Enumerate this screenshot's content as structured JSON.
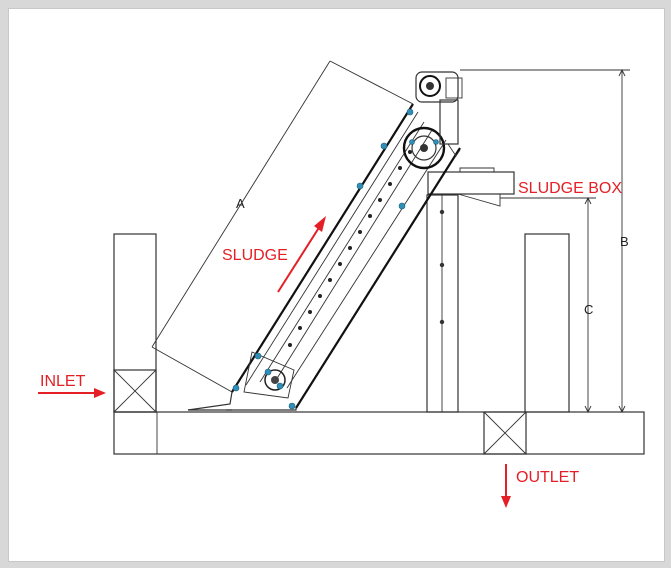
{
  "labels": {
    "inlet": "INLET",
    "outlet": "OUTLET",
    "sludge": "SLUDGE",
    "sludge_box": "SLUDGE BOX"
  },
  "dimensions": {
    "a": "A",
    "b": "B",
    "c": "C"
  },
  "colors": {
    "label_red": "#e41f26",
    "component_blue": "#2f8fb8",
    "line": "#333333"
  }
}
